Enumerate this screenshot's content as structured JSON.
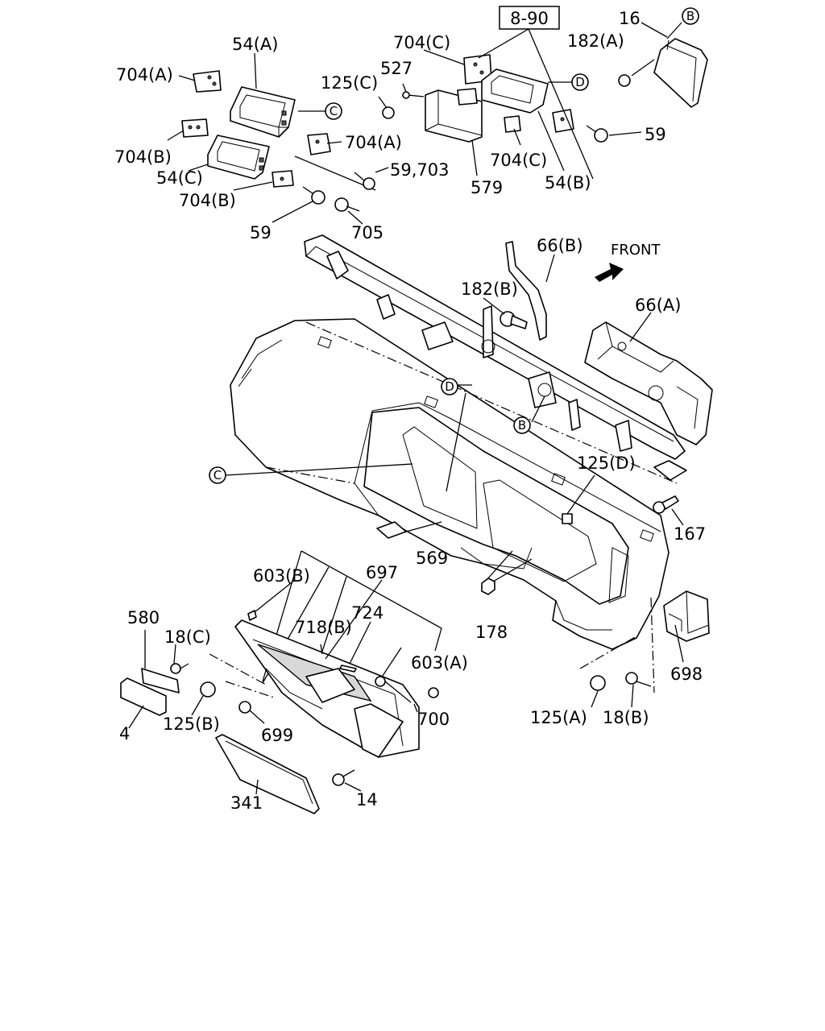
{
  "diagram": {
    "front_label": "FRONT",
    "ref_box": "8-90",
    "circle_markers": {
      "B_top": "B",
      "B_mid": "B",
      "C_top": "C",
      "C_mid": "C",
      "D_top": "D",
      "D_mid": "D"
    },
    "labels": {
      "p16": "16",
      "p182A": "182(A)",
      "p54A": "54(A)",
      "p704C_top": "704(C)",
      "p704A_left": "704(A)",
      "p527": "527",
      "p125C": "125(C)",
      "p704B_left": "704(B)",
      "p704A_mid": "704(A)",
      "p59_right": "59",
      "p54C": "54(C)",
      "p59_703": "59,703",
      "p704C_mid": "704(C)",
      "p704B_mid": "704(B)",
      "p579": "579",
      "p54B": "54(B)",
      "p59_left": "59",
      "p705": "705",
      "p66B": "66(B)",
      "p182B": "182(B)",
      "p66A": "66(A)",
      "p125D": "125(D)",
      "p167": "167",
      "p569": "569",
      "p603B": "603(B)",
      "p697": "697",
      "p580": "580",
      "p724": "724",
      "p718B": "718(B)",
      "p18C": "18(C)",
      "p178": "178",
      "p603A": "603(A)",
      "p698": "698",
      "p4": "4",
      "p125B": "125(B)",
      "p699": "699",
      "p700": "700",
      "p125A": "125(A)",
      "p18B": "18(B)",
      "p341": "341",
      "p14": "14"
    }
  }
}
